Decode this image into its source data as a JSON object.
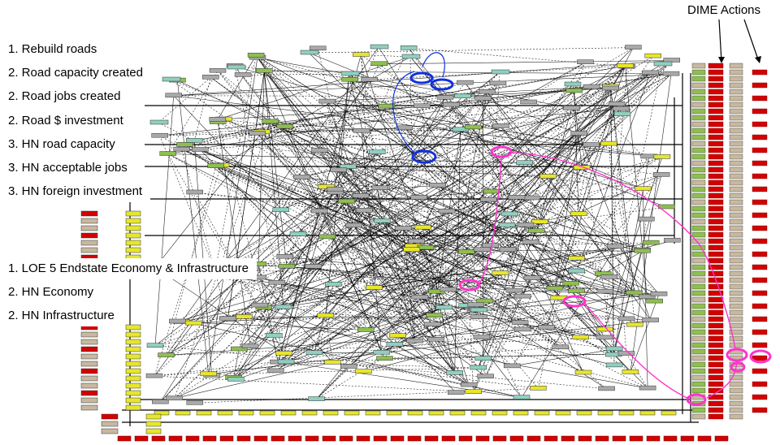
{
  "labels_top": [
    "1. Rebuild roads",
    "2. Road capacity created",
    "2. Road jobs created",
    "2. Road $ investment",
    "3. HN road capacity",
    "3. HN acceptable jobs",
    "3. HN foreign investment"
  ],
  "labels_mid": [
    "1. LOE 5 Endstate Economy & Infrastructure",
    "2. HN Economy",
    "2. HN Infrastructure"
  ],
  "dime_title": "DIME Actions",
  "colors": {
    "node_gray": "#a9a9a9",
    "node_green": "#8fbf4f",
    "node_yellow": "#e6e62e",
    "node_red": "#d40000",
    "node_tan": "#c8b8a0",
    "node_teal": "#8fd0c0",
    "edge": "#000000",
    "highlight_blue": "#1030e0",
    "highlight_magenta": "#ff33cc"
  }
}
